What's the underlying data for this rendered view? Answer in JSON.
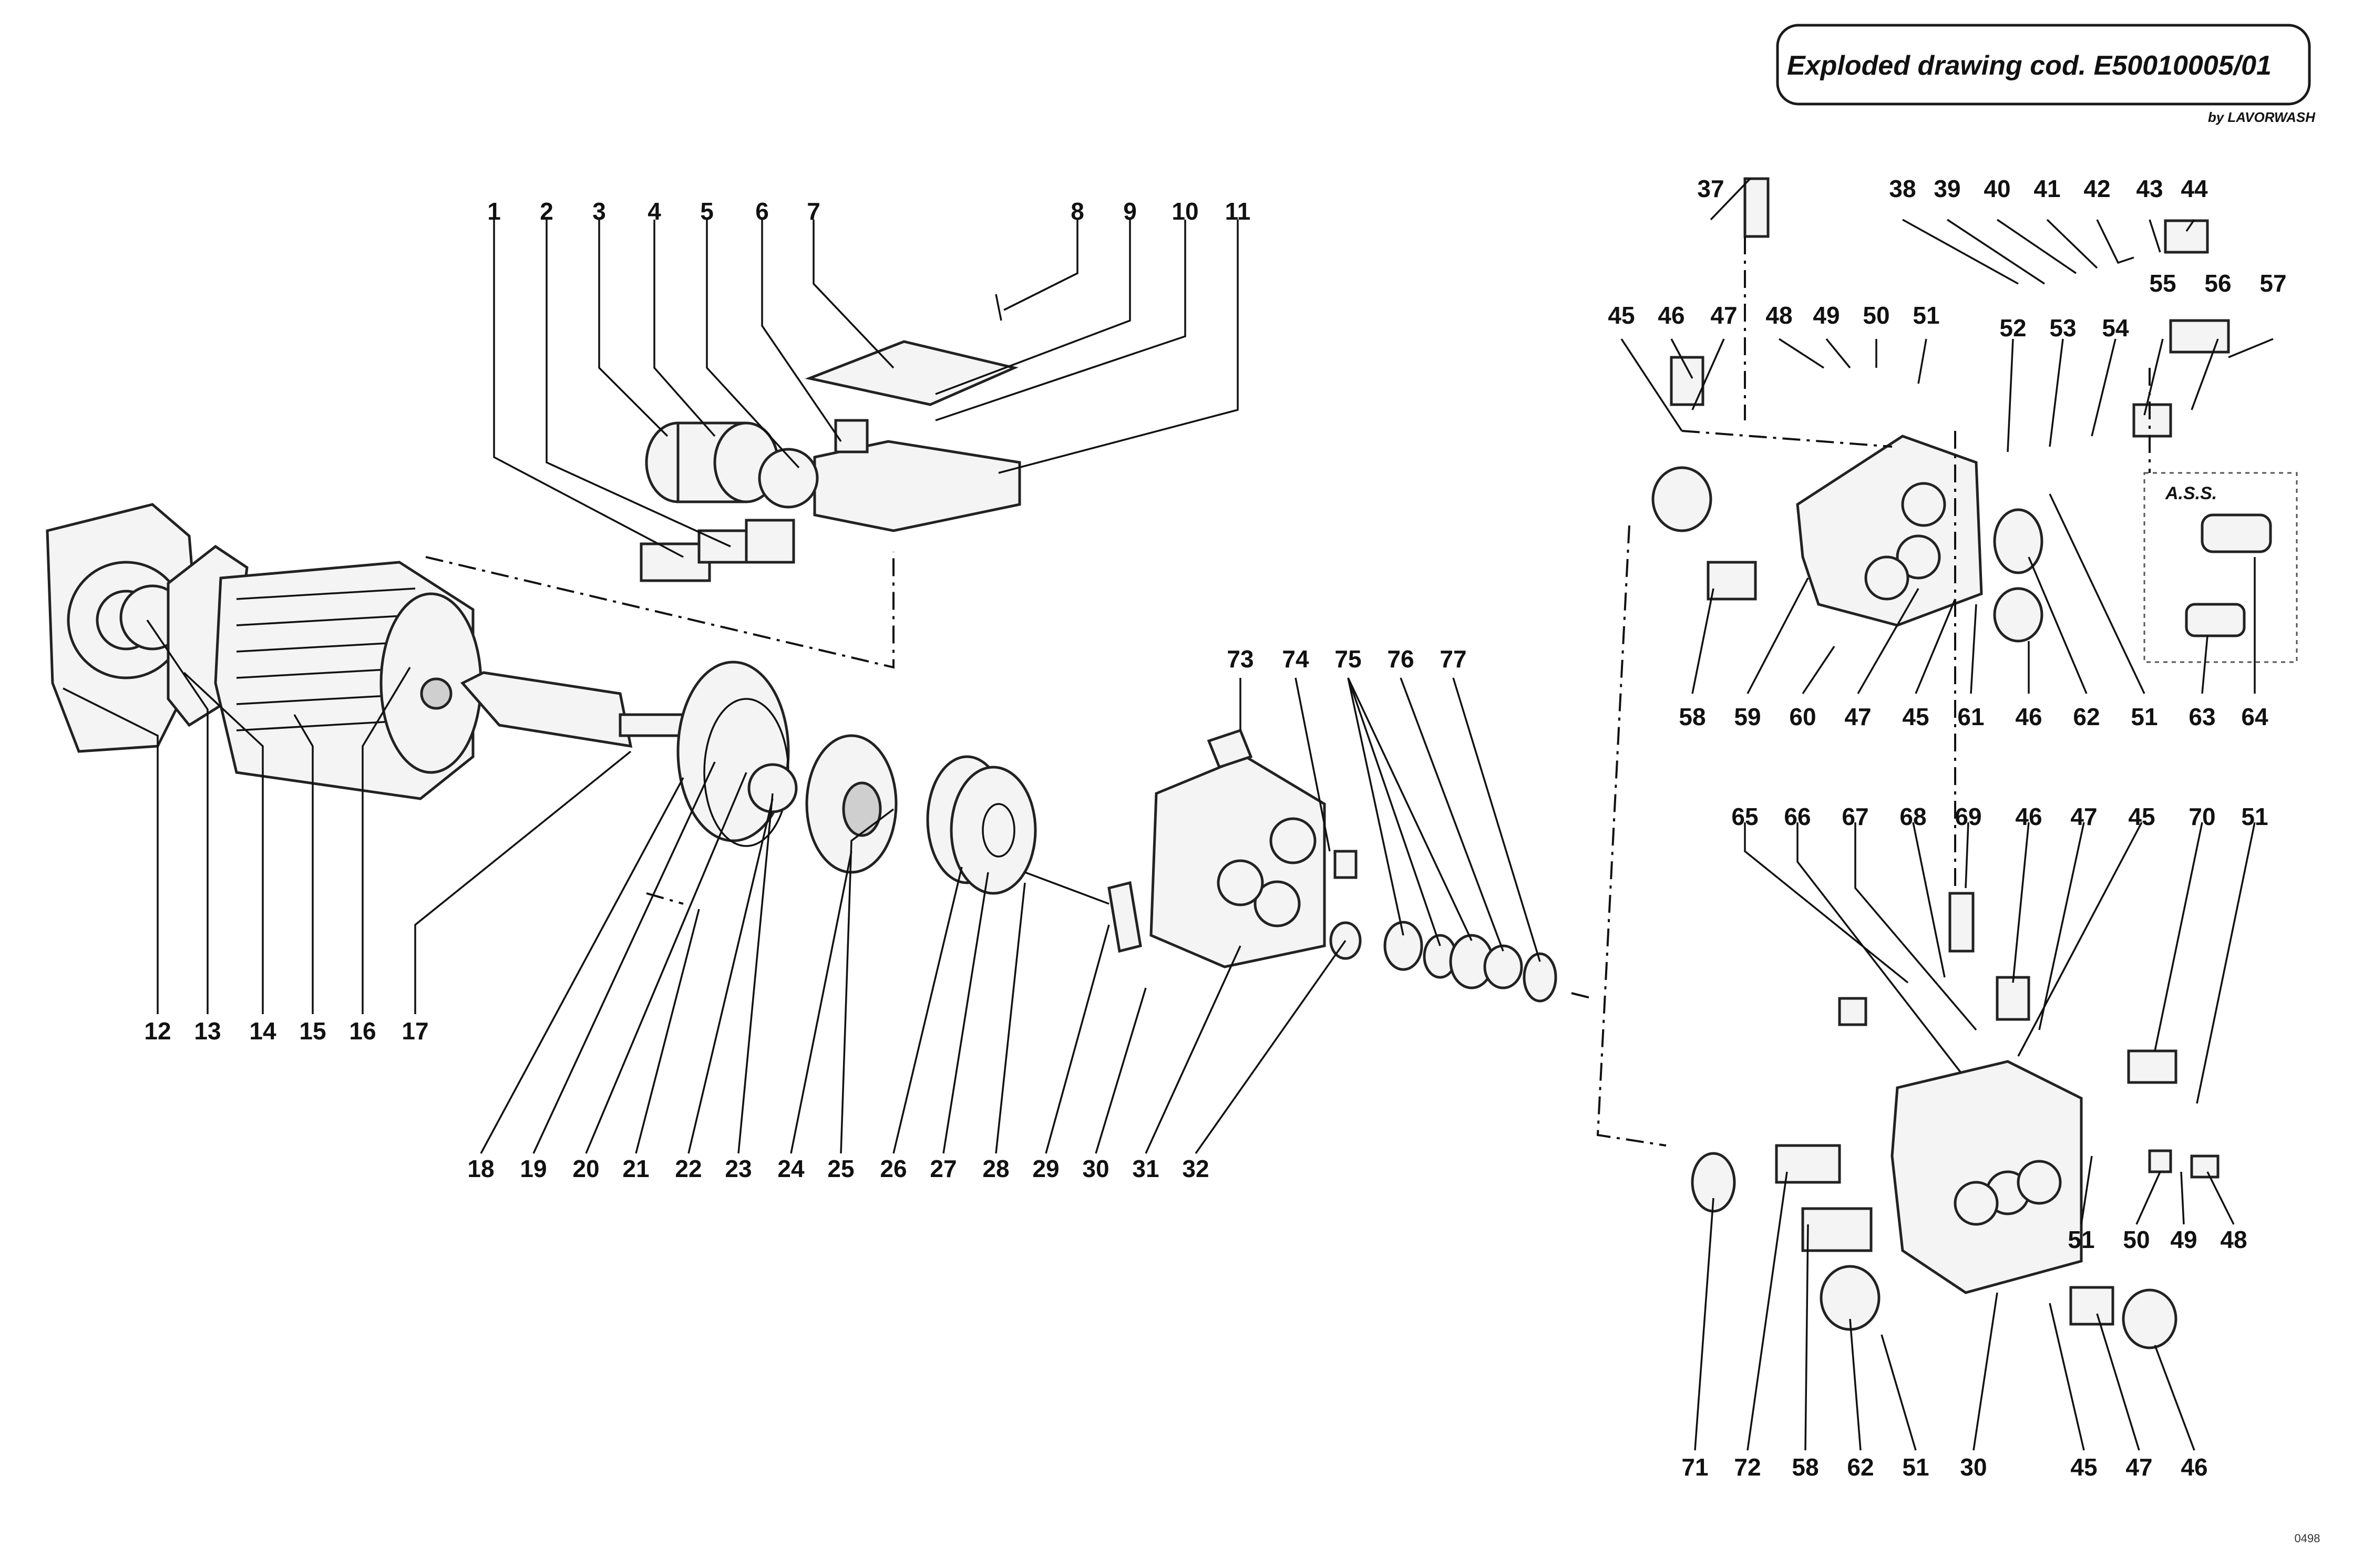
{
  "title": "Exploded drawing cod. E50010005/01",
  "brand": "by LAVORWASH",
  "ass_label": "A.S.S.",
  "drawing_code": "0498",
  "callouts": [
    "1",
    "2",
    "3",
    "4",
    "5",
    "6",
    "7",
    "8",
    "9",
    "10",
    "11",
    "12",
    "13",
    "14",
    "15",
    "16",
    "17",
    "18",
    "19",
    "20",
    "21",
    "22",
    "23",
    "24",
    "25",
    "26",
    "27",
    "28",
    "29",
    "30",
    "31",
    "32",
    "73",
    "74",
    "75",
    "76",
    "77",
    "37",
    "38",
    "39",
    "40",
    "41",
    "42",
    "43",
    "44",
    "45",
    "46",
    "47",
    "48",
    "49",
    "50",
    "51",
    "52",
    "53",
    "54",
    "55",
    "56",
    "57",
    "58",
    "59",
    "60",
    "47",
    "45",
    "61",
    "46",
    "62",
    "51",
    "63",
    "64",
    "65",
    "66",
    "67",
    "68",
    "69",
    "46",
    "47",
    "45",
    "70",
    "51",
    "51",
    "50",
    "49",
    "48",
    "71",
    "72",
    "58",
    "62",
    "51",
    "30",
    "45",
    "47",
    "46"
  ]
}
